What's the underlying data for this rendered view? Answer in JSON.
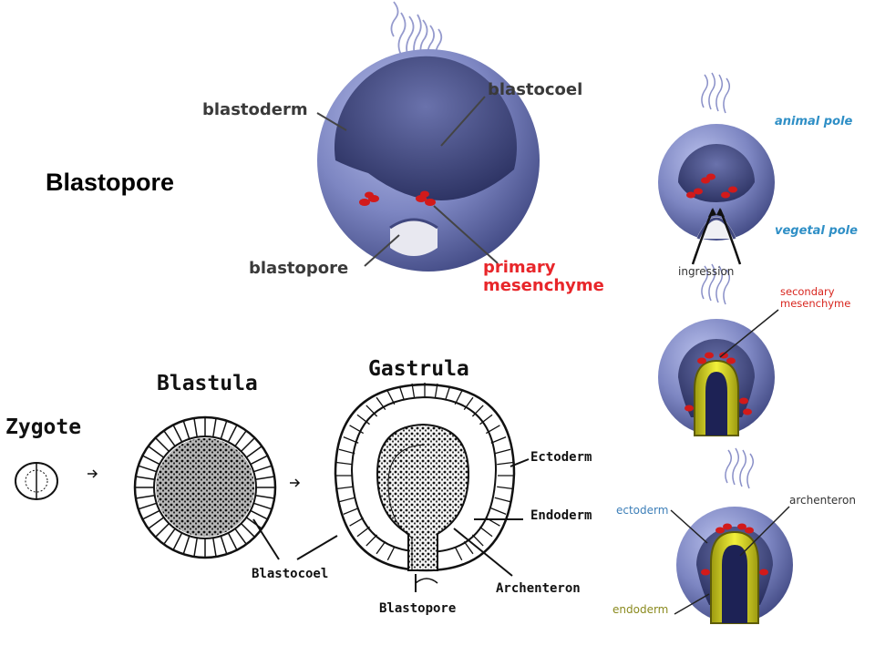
{
  "title": "Blastopore",
  "top_diagram": {
    "blastoderm": "blastoderm",
    "blastocoel": "blastocoel",
    "blastopore": "blastopore",
    "primary_mesenchyme_line1": "primary",
    "primary_mesenchyme_line2": "mesenchyme"
  },
  "right_series": {
    "animal_pole": "animal pole",
    "vegetal_pole": "vegetal pole",
    "ingression": "ingression",
    "secondary_mesenchyme_line1": "secondary",
    "secondary_mesenchyme_line2": "mesenchyme",
    "ectoderm": "ectoderm",
    "archenteron": "archenteron",
    "endoderm": "endoderm"
  },
  "bottom_diagram": {
    "zygote": "Zygote",
    "blastula": "Blastula",
    "gastrula": "Gastrula",
    "ectoderm": "Ectoderm",
    "endoderm": "Endoderm",
    "blastocoel": "Blastocoel",
    "archenteron": "Archenteron",
    "blastopore": "Blastopore"
  },
  "colors": {
    "embryo_blue": "#7d86c2",
    "embryo_dark": "#3e4680",
    "mesenchyme_red": "#d21a1a",
    "archenteron_yellow": "#e6e61a",
    "label_red": "#e8262a",
    "label_blue": "#2f8fc6"
  }
}
